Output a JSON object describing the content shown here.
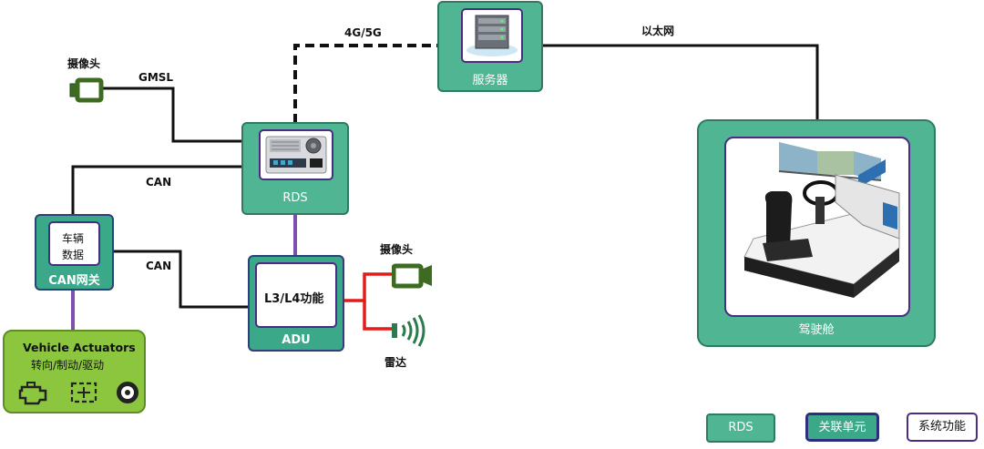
{
  "nodes": {
    "server": {
      "label": "服务器"
    },
    "rds": {
      "label": "RDS"
    },
    "can_gateway": {
      "inner_label_1": "车辆",
      "inner_label_2": "数据",
      "label": "CAN网关"
    },
    "adu": {
      "function": "L3/L4功能",
      "label": "ADU"
    },
    "cockpit": {
      "label": "驾驶舱"
    },
    "camera_top": {
      "label": "摄像头"
    },
    "camera_right": {
      "label": "摄像头"
    },
    "radar": {
      "label": "雷达"
    },
    "actuators": {
      "title": "Vehicle Actuators",
      "subtitle": "转向/制动/驱动"
    }
  },
  "links": {
    "gmsl": "GMSL",
    "can_rds": "CAN",
    "can_adu": "CAN",
    "wireless": "4G/5G",
    "ethernet": "以太网"
  },
  "legend": {
    "rds": "RDS",
    "unit": "关联单元",
    "function": "系统功能"
  },
  "colors": {
    "box_green": "#4fb592",
    "inner_border": "#4a2d82",
    "camera_green": "#3d6b22",
    "actuator_green": "#8cc63f",
    "wire_black": "#111111",
    "wire_purple": "#7e4fb0",
    "wire_red": "#e21b1b"
  }
}
